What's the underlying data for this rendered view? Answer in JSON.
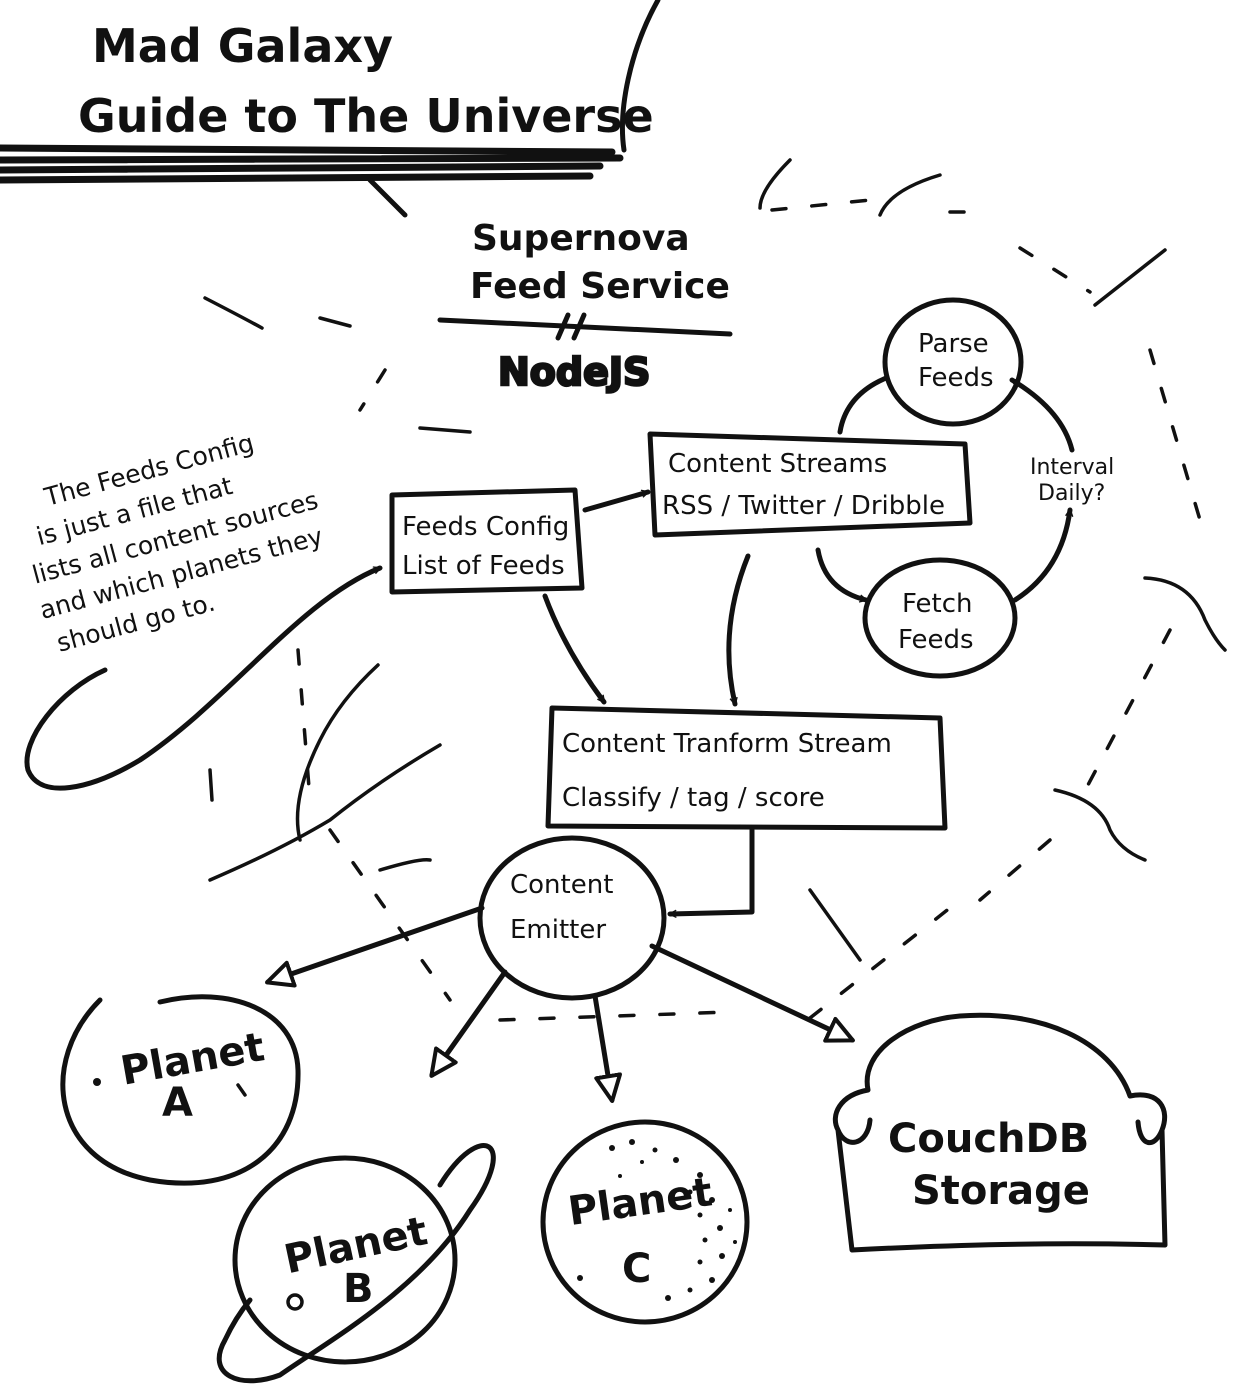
{
  "header": {
    "title_line1": "Mad Galaxy",
    "title_line2": "Guide to The Universe"
  },
  "service": {
    "name_line1": "Supernova",
    "name_line2": "Feed Service",
    "tech": "NodeJS"
  },
  "note": {
    "lines": [
      "The Feeds Config",
      "is just a file that",
      "lists all content sources",
      "and which planets they",
      "should go to."
    ]
  },
  "nodes": {
    "feeds_config": {
      "line1": "Feeds Config",
      "line2": "List of Feeds"
    },
    "content_streams": {
      "line1": "Content Streams",
      "line2": "RSS / Twitter / Dribble"
    },
    "parse_feeds": {
      "line1": "Parse",
      "line2": "Feeds"
    },
    "fetch_feeds": {
      "line1": "Fetch",
      "line2": "Feeds"
    },
    "interval": {
      "line1": "Interval",
      "line2": "Daily?"
    },
    "transform_stream": {
      "line1": "Content Tranform Stream",
      "line2": "Classify / tag / score"
    },
    "emitter": {
      "line1": "Content",
      "line2": "Emitter"
    },
    "planet_a": {
      "line1": "Planet",
      "line2": "A"
    },
    "planet_b": {
      "line1": "Planet",
      "line2": "B"
    },
    "planet_c": {
      "line1": "Planet",
      "line2": "C"
    },
    "couchdb": {
      "line1": "CouchDB",
      "line2": "Storage"
    }
  }
}
